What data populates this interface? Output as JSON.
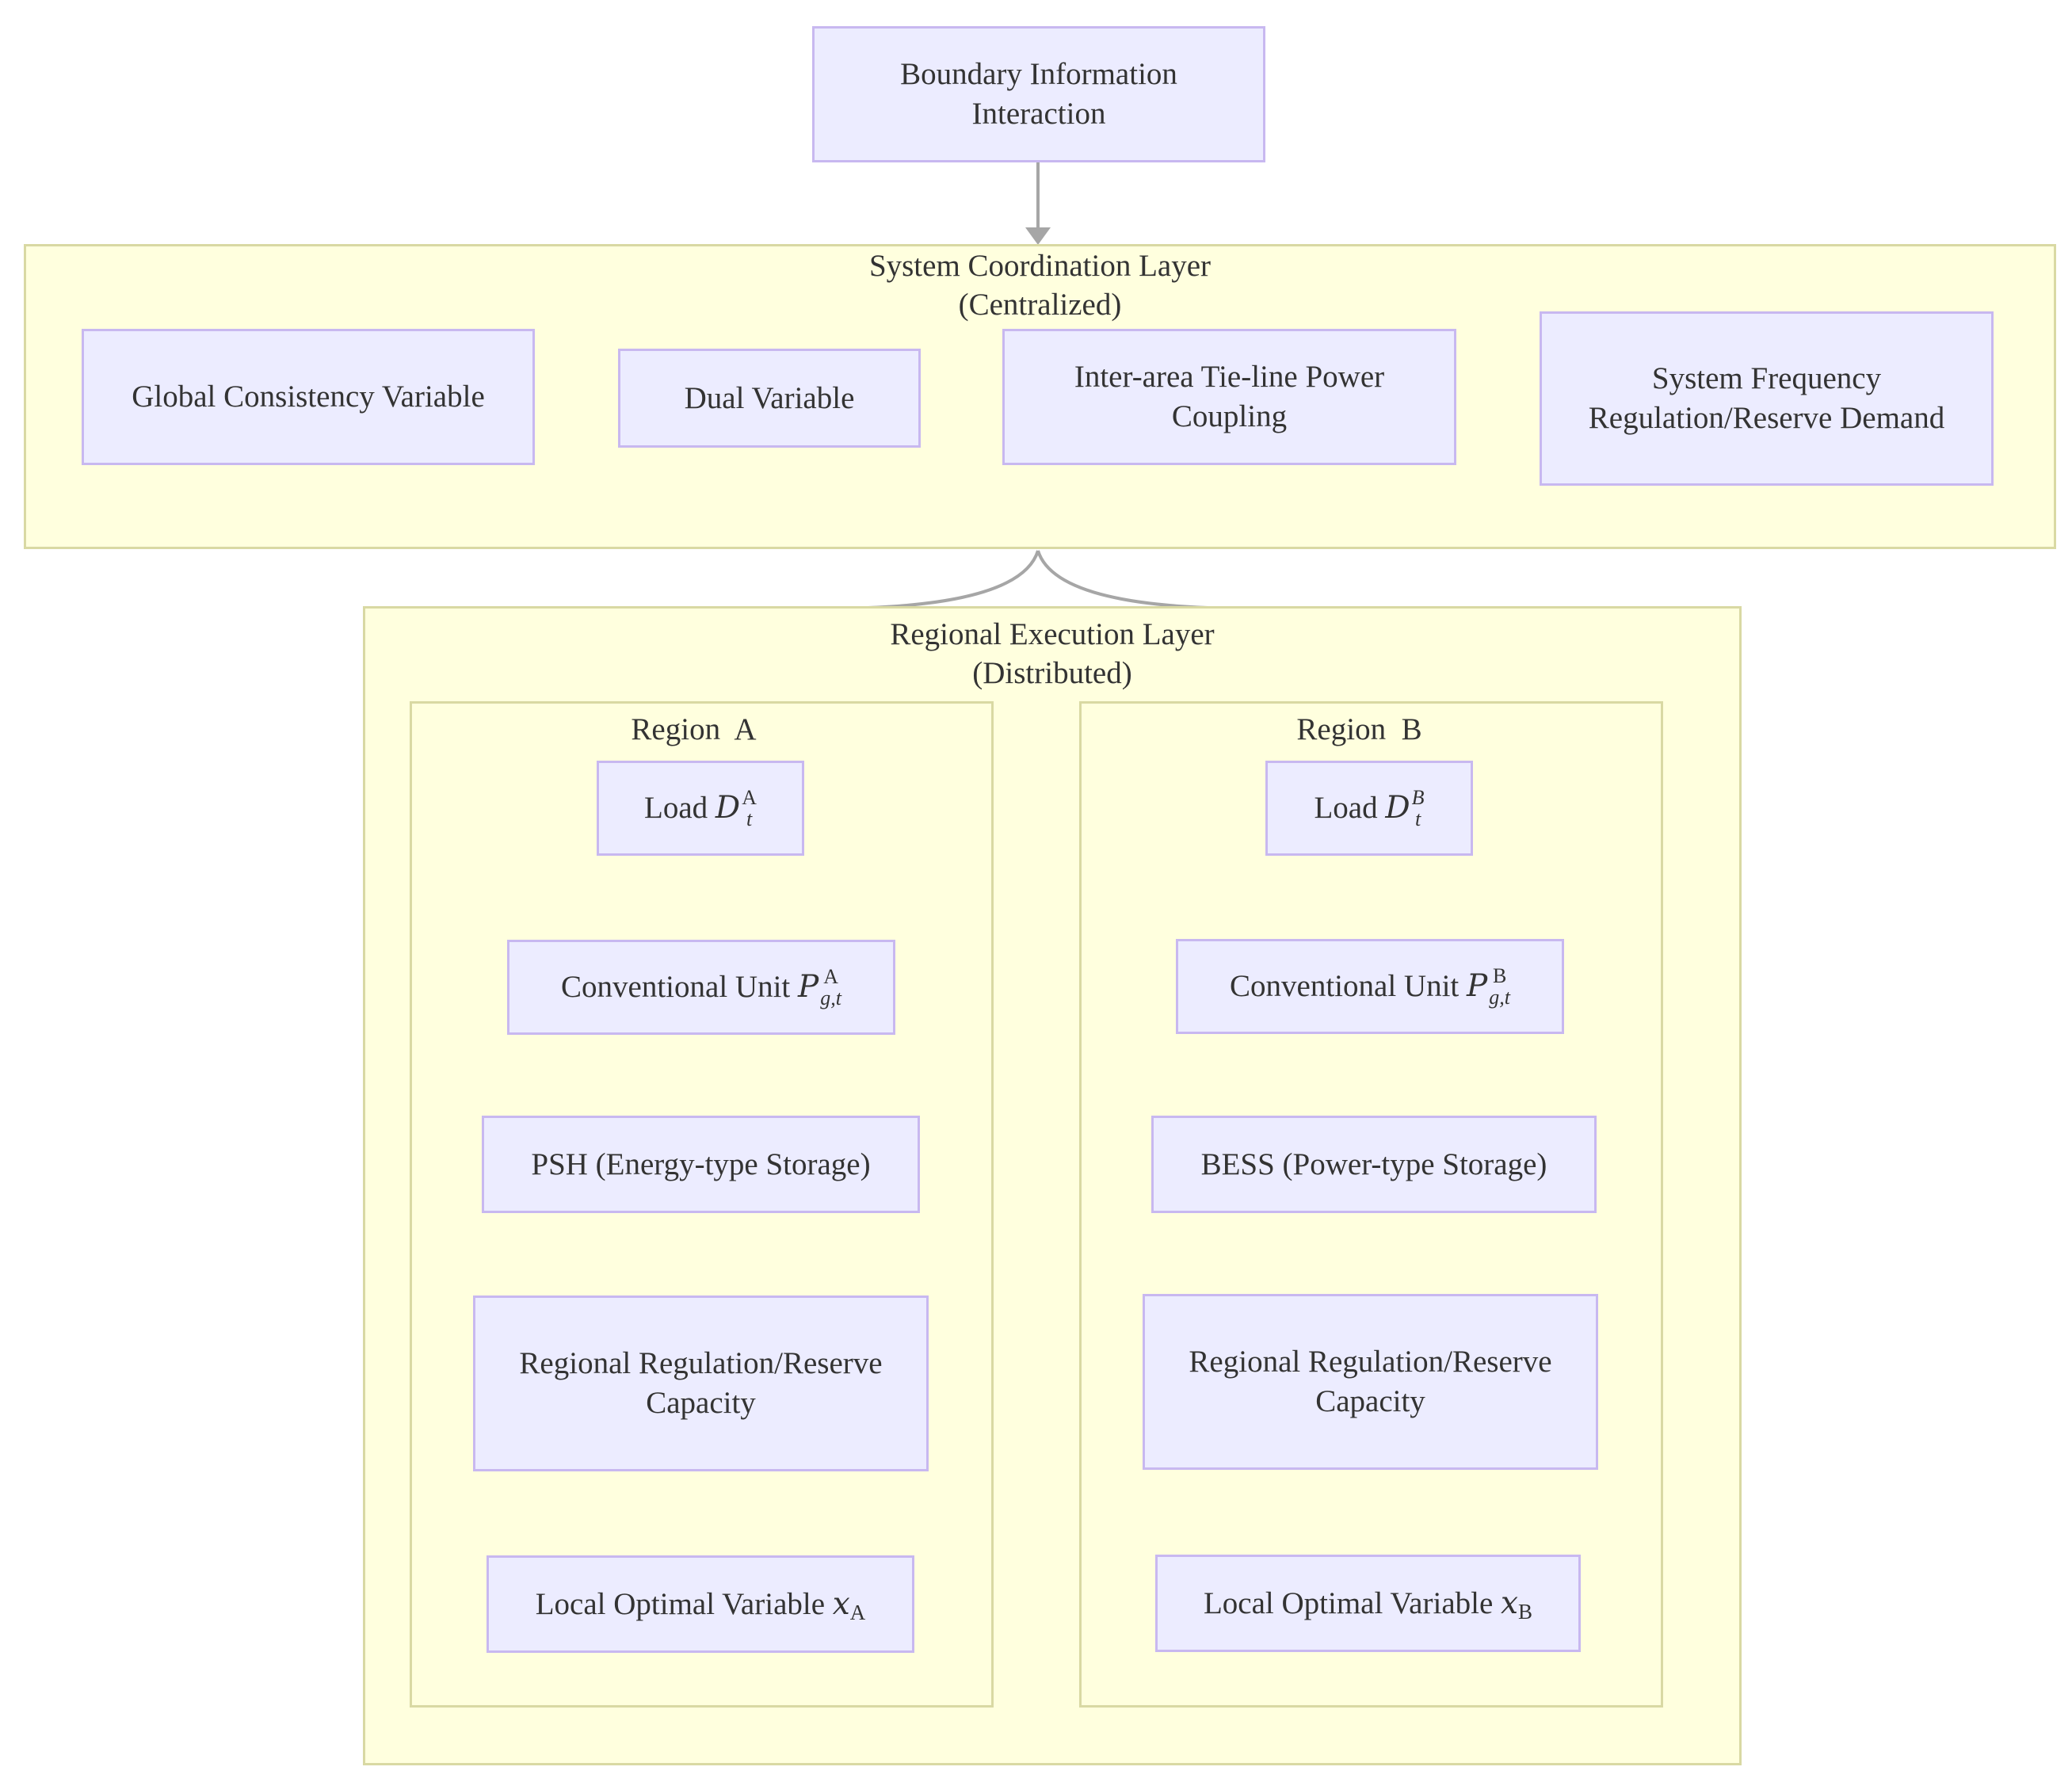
{
  "boundary_node": {
    "line1": "Boundary Information",
    "line2": "Interaction"
  },
  "coordination_layer": {
    "title_line1": "System Coordination Layer",
    "title_line2": "(Centralized)",
    "nodes": {
      "global": "Global Consistency Variable",
      "dual": "Dual Variable",
      "tieline_line1": "Inter-area Tie-line Power",
      "tieline_line2": "Coupling",
      "freq_line1": "System Frequency",
      "freq_line2": "Regulation/Reserve Demand"
    }
  },
  "execution_layer": {
    "title_line1": "Regional Execution Layer",
    "title_line2": "(Distributed)"
  },
  "region_a": {
    "title": "Region  A",
    "load_label": "Load ",
    "load_symbol": "D",
    "load_sub": "t",
    "load_sup": "A",
    "unit_label": "Conventional Unit ",
    "unit_symbol": "P",
    "unit_sub": "g,t",
    "unit_sup": "A",
    "storage": "PSH (Energy-type Storage)",
    "reserve_line1": "Regional Regulation/Reserve",
    "reserve_line2": "Capacity",
    "local_label": "Local Optimal Variable ",
    "local_symbol": "x",
    "local_sub": "A"
  },
  "region_b": {
    "title": "Region  B",
    "load_label": "Load ",
    "load_symbol": "D",
    "load_sub": "t",
    "load_sup": "B",
    "unit_label": "Conventional Unit ",
    "unit_symbol": "P",
    "unit_sub": "g,t",
    "unit_sup": "B",
    "storage": "BESS (Power-type Storage)",
    "reserve_line1": "Regional Regulation/Reserve",
    "reserve_line2": "Capacity",
    "local_label": "Local Optimal Variable ",
    "local_symbol": "x",
    "local_sub": "B"
  },
  "colors": {
    "node_fill": "#ececff",
    "node_border": "#c8b8f0",
    "layer_fill": "#ffffde",
    "layer_border": "#d9d9a3",
    "edge": "#a6a6a6"
  }
}
